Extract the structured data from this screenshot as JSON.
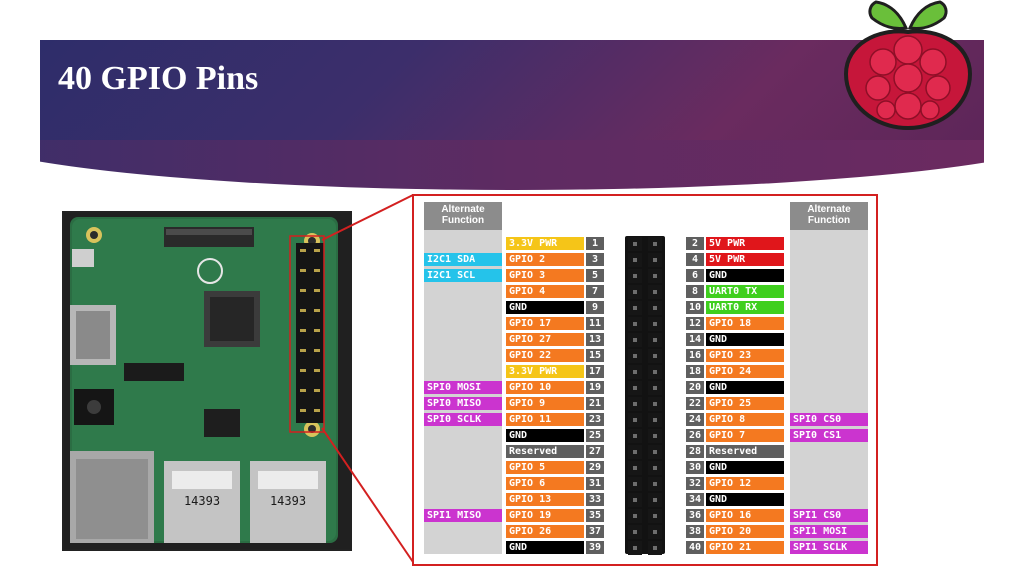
{
  "slide": {
    "title": "40 GPIO Pins"
  },
  "board": {
    "usb_labels": [
      "14393",
      "14393"
    ]
  },
  "diagram": {
    "left_header": "Alternate Function",
    "right_header": "Alternate Function",
    "colors": {
      "power": "#f5c518",
      "gpio": "#f47920",
      "gnd": "#000000",
      "reserved": "#5f5f5f",
      "5v": "#e0161b",
      "uart": "#3fcf1e",
      "i2c": "#25c3ea",
      "spi": "#cb34cf"
    },
    "rows": [
      {
        "left_alt": "",
        "left_alt_type": "",
        "left_label": "3.3V PWR",
        "left_type": "power",
        "left_num": "1",
        "right_num": "2",
        "right_label": "5V PWR",
        "right_type": "5v",
        "right_alt": "",
        "right_alt_type": ""
      },
      {
        "left_alt": "I2C1 SDA",
        "left_alt_type": "i2c",
        "left_label": "GPIO 2",
        "left_type": "gpio",
        "left_num": "3",
        "right_num": "4",
        "right_label": "5V PWR",
        "right_type": "5v",
        "right_alt": "",
        "right_alt_type": ""
      },
      {
        "left_alt": "I2C1 SCL",
        "left_alt_type": "i2c",
        "left_label": "GPIO 3",
        "left_type": "gpio",
        "left_num": "5",
        "right_num": "6",
        "right_label": "GND",
        "right_type": "gnd",
        "right_alt": "",
        "right_alt_type": ""
      },
      {
        "left_alt": "",
        "left_alt_type": "",
        "left_label": "GPIO 4",
        "left_type": "gpio",
        "left_num": "7",
        "right_num": "8",
        "right_label": "UART0 TX",
        "right_type": "uart",
        "right_alt": "",
        "right_alt_type": ""
      },
      {
        "left_alt": "",
        "left_alt_type": "",
        "left_label": "GND",
        "left_type": "gnd",
        "left_num": "9",
        "right_num": "10",
        "right_label": "UART0 RX",
        "right_type": "uart",
        "right_alt": "",
        "right_alt_type": ""
      },
      {
        "left_alt": "",
        "left_alt_type": "",
        "left_label": "GPIO 17",
        "left_type": "gpio",
        "left_num": "11",
        "right_num": "12",
        "right_label": "GPIO 18",
        "right_type": "gpio",
        "right_alt": "",
        "right_alt_type": ""
      },
      {
        "left_alt": "",
        "left_alt_type": "",
        "left_label": "GPIO 27",
        "left_type": "gpio",
        "left_num": "13",
        "right_num": "14",
        "right_label": "GND",
        "right_type": "gnd",
        "right_alt": "",
        "right_alt_type": ""
      },
      {
        "left_alt": "",
        "left_alt_type": "",
        "left_label": "GPIO 22",
        "left_type": "gpio",
        "left_num": "15",
        "right_num": "16",
        "right_label": "GPIO 23",
        "right_type": "gpio",
        "right_alt": "",
        "right_alt_type": ""
      },
      {
        "left_alt": "",
        "left_alt_type": "",
        "left_label": "3.3V PWR",
        "left_type": "power",
        "left_num": "17",
        "right_num": "18",
        "right_label": "GPIO 24",
        "right_type": "gpio",
        "right_alt": "",
        "right_alt_type": ""
      },
      {
        "left_alt": "SPI0 MOSI",
        "left_alt_type": "spi",
        "left_label": "GPIO 10",
        "left_type": "gpio",
        "left_num": "19",
        "right_num": "20",
        "right_label": "GND",
        "right_type": "gnd",
        "right_alt": "",
        "right_alt_type": ""
      },
      {
        "left_alt": "SPI0 MISO",
        "left_alt_type": "spi",
        "left_label": "GPIO 9",
        "left_type": "gpio",
        "left_num": "21",
        "right_num": "22",
        "right_label": "GPIO 25",
        "right_type": "gpio",
        "right_alt": "",
        "right_alt_type": ""
      },
      {
        "left_alt": "SPI0 SCLK",
        "left_alt_type": "spi",
        "left_label": "GPIO 11",
        "left_type": "gpio",
        "left_num": "23",
        "right_num": "24",
        "right_label": "GPIO 8",
        "right_type": "gpio",
        "right_alt": "SPI0 CS0",
        "right_alt_type": "spi"
      },
      {
        "left_alt": "",
        "left_alt_type": "",
        "left_label": "GND",
        "left_type": "gnd",
        "left_num": "25",
        "right_num": "26",
        "right_label": "GPIO 7",
        "right_type": "gpio",
        "right_alt": "SPI0 CS1",
        "right_alt_type": "spi"
      },
      {
        "left_alt": "",
        "left_alt_type": "",
        "left_label": "Reserved",
        "left_type": "reserved",
        "left_num": "27",
        "right_num": "28",
        "right_label": "Reserved",
        "right_type": "reserved",
        "right_alt": "",
        "right_alt_type": ""
      },
      {
        "left_alt": "",
        "left_alt_type": "",
        "left_label": "GPIO 5",
        "left_type": "gpio",
        "left_num": "29",
        "right_num": "30",
        "right_label": "GND",
        "right_type": "gnd",
        "right_alt": "",
        "right_alt_type": ""
      },
      {
        "left_alt": "",
        "left_alt_type": "",
        "left_label": "GPIO 6",
        "left_type": "gpio",
        "left_num": "31",
        "right_num": "32",
        "right_label": "GPIO 12",
        "right_type": "gpio",
        "right_alt": "",
        "right_alt_type": ""
      },
      {
        "left_alt": "",
        "left_alt_type": "",
        "left_label": "GPIO 13",
        "left_type": "gpio",
        "left_num": "33",
        "right_num": "34",
        "right_label": "GND",
        "right_type": "gnd",
        "right_alt": "",
        "right_alt_type": ""
      },
      {
        "left_alt": "SPI1 MISO",
        "left_alt_type": "spi",
        "left_label": "GPIO 19",
        "left_type": "gpio",
        "left_num": "35",
        "right_num": "36",
        "right_label": "GPIO 16",
        "right_type": "gpio",
        "right_alt": "SPI1 CS0",
        "right_alt_type": "spi"
      },
      {
        "left_alt": "",
        "left_alt_type": "",
        "left_label": "GPIO 26",
        "left_type": "gpio",
        "left_num": "37",
        "right_num": "38",
        "right_label": "GPIO 20",
        "right_type": "gpio",
        "right_alt": "SPI1 MOSI",
        "right_alt_type": "spi"
      },
      {
        "left_alt": "",
        "left_alt_type": "",
        "left_label": "GND",
        "left_type": "gnd",
        "left_num": "39",
        "right_num": "40",
        "right_label": "GPIO 21",
        "right_type": "gpio",
        "right_alt": "SPI1 SCLK",
        "right_alt_type": "spi"
      }
    ]
  }
}
